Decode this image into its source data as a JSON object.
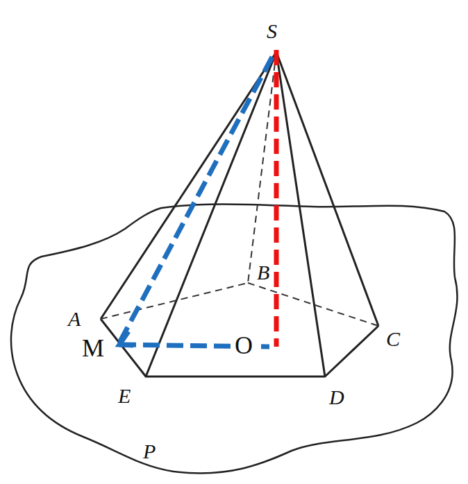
{
  "diagram": {
    "labels": [
      "S",
      "A",
      "B",
      "C",
      "D",
      "E",
      "M",
      "O",
      "P"
    ]
  }
}
